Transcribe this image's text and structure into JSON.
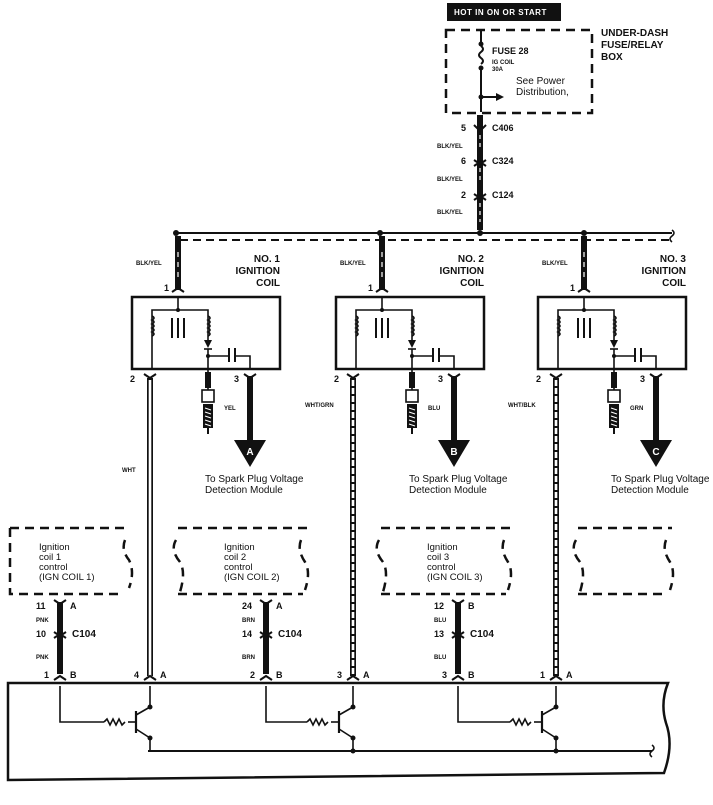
{
  "header": {
    "hot_label": "HOT IN ON OR START",
    "fuse_box_label": [
      "UNDER-DASH",
      "FUSE/RELAY",
      "BOX"
    ],
    "fuse_name": "FUSE 28",
    "fuse_desc": [
      "IG COIL",
      "30A"
    ],
    "power_dist": [
      "See Power",
      "Distribution,"
    ]
  },
  "feed": {
    "connectors": [
      {
        "pin": "5",
        "name": "C406"
      },
      {
        "pin": "6",
        "name": "C324"
      },
      {
        "pin": "2",
        "name": "C124"
      }
    ],
    "wire_color": "BLK/YEL"
  },
  "coils": [
    {
      "title": [
        "NO. 1",
        "IGNITION",
        "COIL"
      ],
      "in_wire": "BLK/YEL",
      "pin_in": "1",
      "pin_ctrl": "2",
      "pin_out": "3",
      "out_wire": "YEL",
      "ctrl_wire": "WHT",
      "marker": "A",
      "dest": [
        "To Spark Plug Voltage",
        "Detection Module"
      ]
    },
    {
      "title": [
        "NO. 2",
        "IGNITION",
        "COIL"
      ],
      "in_wire": "BLK/YEL",
      "pin_in": "1",
      "pin_ctrl": "2",
      "pin_out": "3",
      "out_wire": "BLU",
      "ctrl_wire": "WHT/GRN",
      "marker": "B",
      "dest": [
        "To Spark Plug Voltage",
        "Detection Module"
      ]
    },
    {
      "title": [
        "NO. 3",
        "IGNITION",
        "COIL"
      ],
      "in_wire": "BLK/YEL",
      "pin_in": "1",
      "pin_ctrl": "2",
      "pin_out": "3",
      "out_wire": "GRN",
      "ctrl_wire": "WHT/BLK",
      "marker": "C",
      "dest": [
        "To Spark Plug Voltage",
        "Detection Module"
      ]
    }
  ],
  "ecm_blocks": [
    {
      "text": [
        "Ignition",
        "coil 1",
        "control",
        "(IGN COIL 1)"
      ],
      "pin_top": "11",
      "side_top": "A",
      "pin_mid": "10",
      "connector": "C104",
      "pin_bot": "1",
      "side_bot": "B",
      "wire": "PNK",
      "ctrl_pin": "4",
      "ctrl_side": "A"
    },
    {
      "text": [
        "Ignition",
        "coil 2",
        "control",
        "(IGN COIL 2)"
      ],
      "pin_top": "24",
      "side_top": "A",
      "pin_mid": "14",
      "connector": "C104",
      "pin_bot": "2",
      "side_bot": "B",
      "wire": "BRN",
      "ctrl_pin": "3",
      "ctrl_side": "A"
    },
    {
      "text": [
        "Ignition",
        "coil 3",
        "control",
        "(IGN COIL 3)"
      ],
      "pin_top": "12",
      "side_top": "B",
      "pin_mid": "13",
      "connector": "C104",
      "pin_bot": "3",
      "side_bot": "B",
      "wire": "BLU",
      "ctrl_pin": "1",
      "ctrl_side": "A"
    }
  ]
}
